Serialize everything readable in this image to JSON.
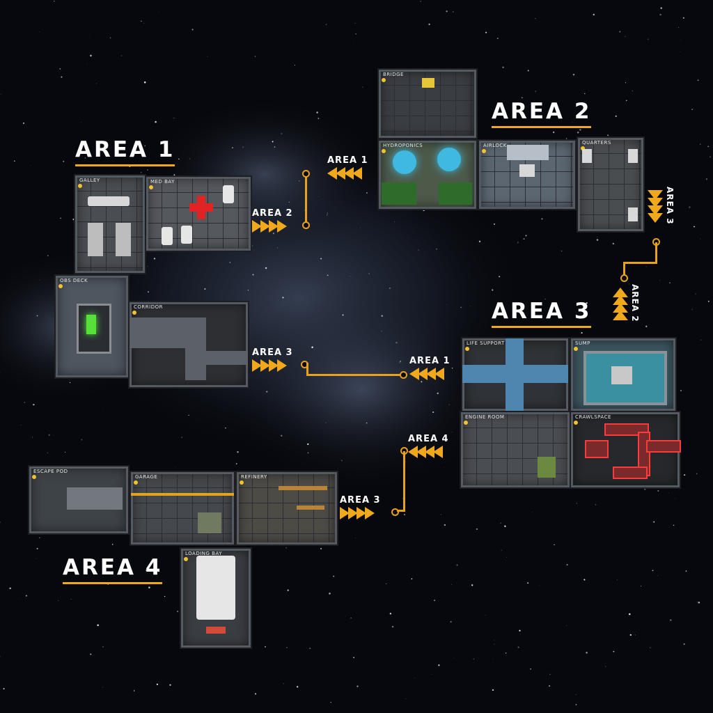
{
  "areas": {
    "a1": "AREA 1",
    "a2": "AREA 2",
    "a3": "AREA 3",
    "a4": "AREA 4"
  },
  "rooms": {
    "galley": "GALLEY",
    "medbay": "MED BAY",
    "obsdeck": "OBS DECK",
    "corridor": "CORRIDOR",
    "bridge": "BRIDGE",
    "hydroponics": "HYDROPONICS",
    "airlock": "AIRLOCK",
    "quarters": "QUARTERS",
    "lifesupport": "LIFE SUPPORT",
    "sump": "SUMP",
    "engineroom": "ENGINE ROOM",
    "crawlspace": "CRAWLSPACE",
    "escapepod": "ESCAPE POD",
    "garage": "GARAGE",
    "refinery": "REFINERY",
    "loadingbay": "LOADING BAY"
  },
  "portals": {
    "a1_to_a2": "AREA 2",
    "a1_to_a3": "AREA 3",
    "a2_from_a1": "AREA 1",
    "a2_to_a3": "AREA 3",
    "a3_to_a2": "AREA 2",
    "a3_from_a1": "AREA 1",
    "a3_to_a4": "AREA 4",
    "a4_to_a3": "AREA 3"
  },
  "colors": {
    "accent": "#f0a81c",
    "space": "#07080d"
  }
}
